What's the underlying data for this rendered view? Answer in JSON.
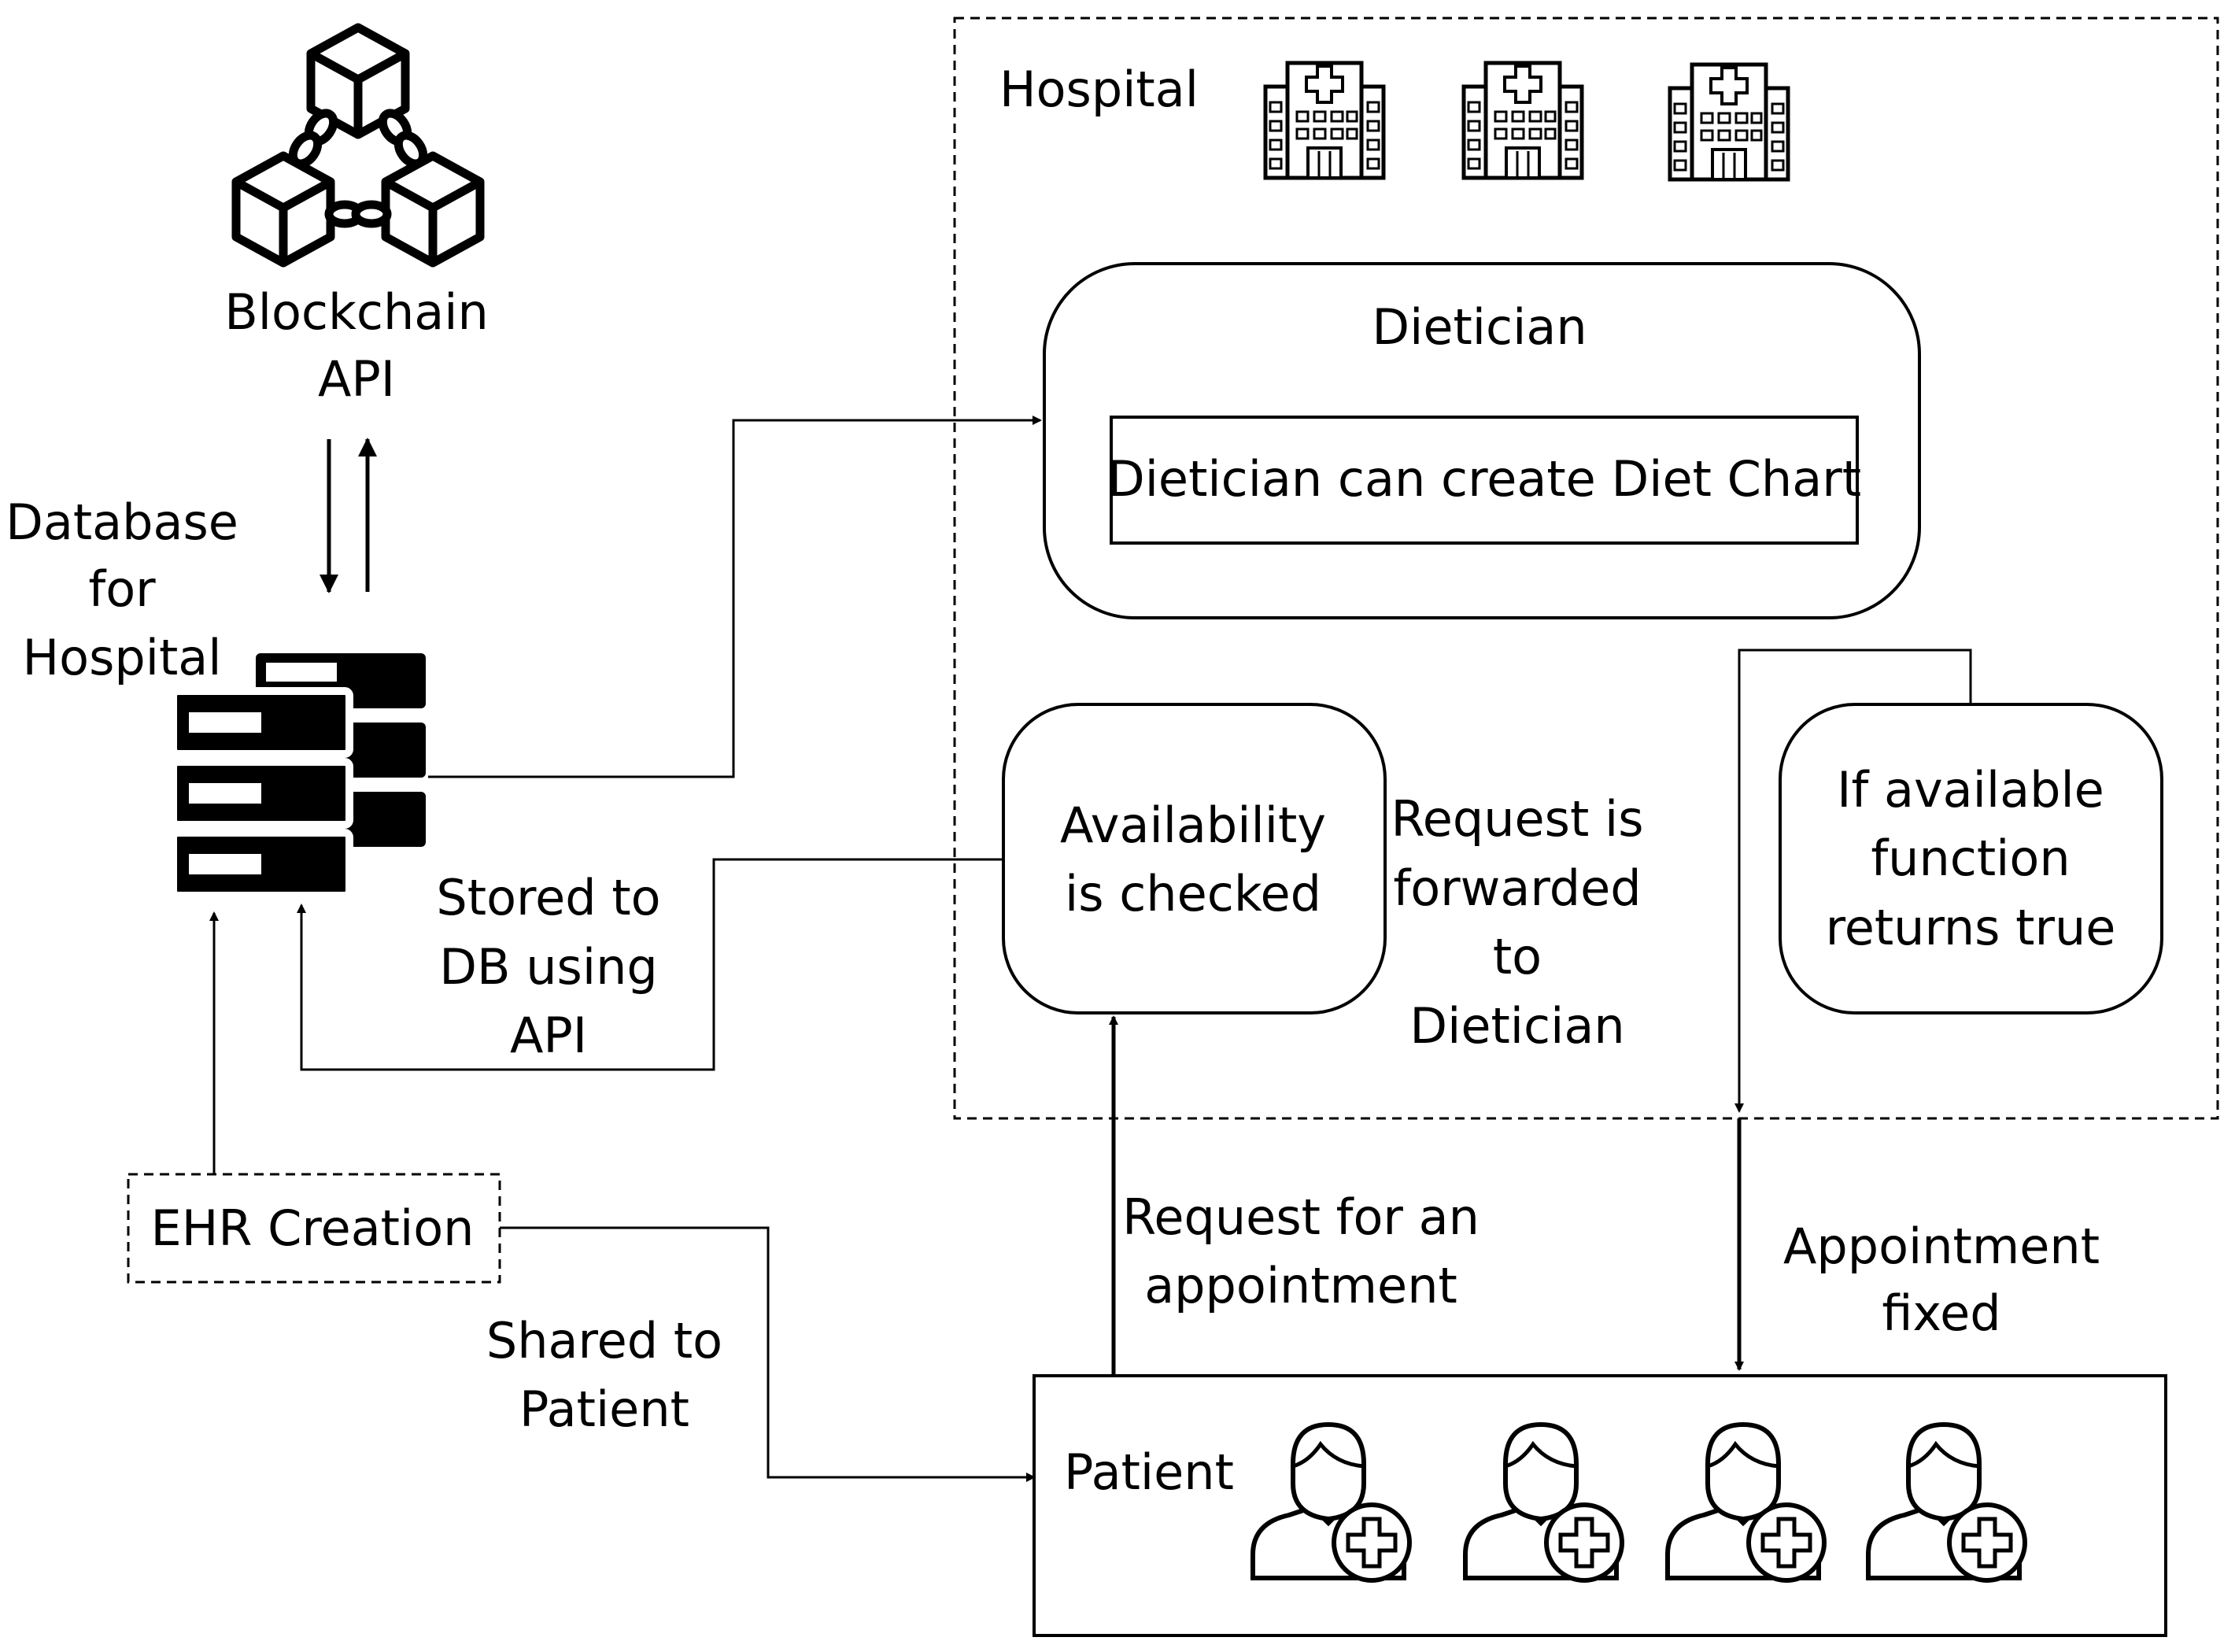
{
  "blockchain": {
    "line1": "Blockchain",
    "line2": "API",
    "icon": "blockchain-icon"
  },
  "database": {
    "line1": "Database",
    "line2": "for",
    "line3": "Hospital",
    "icon": "server-database-icon"
  },
  "hospital": {
    "label": "Hospital",
    "icon": "hospital-building-icon"
  },
  "dietician": {
    "title": "Dietician",
    "task": "Dietician can create Diet Chart"
  },
  "availability": {
    "line1": "Availability",
    "line2": "is checked"
  },
  "forwarded": {
    "line1": "Request is",
    "line2": "forwarded",
    "line3": "to",
    "line4": "Dietician"
  },
  "if_available": {
    "line1": "If available",
    "line2": "function",
    "line3": "returns true"
  },
  "stored": {
    "line1": "Stored to",
    "line2": "DB using",
    "line3": "API"
  },
  "ehr": {
    "label": "EHR Creation"
  },
  "shared": {
    "line1": "Shared to",
    "line2": "Patient"
  },
  "request_appt": {
    "line1": "Request for an",
    "line2": "appointment"
  },
  "appt_fixed": {
    "line1": "Appointment",
    "line2": "fixed"
  },
  "patient": {
    "label": "Patient",
    "icon": "patient-medical-icon"
  },
  "colors": {
    "stroke": "#000000",
    "background": "#ffffff"
  }
}
